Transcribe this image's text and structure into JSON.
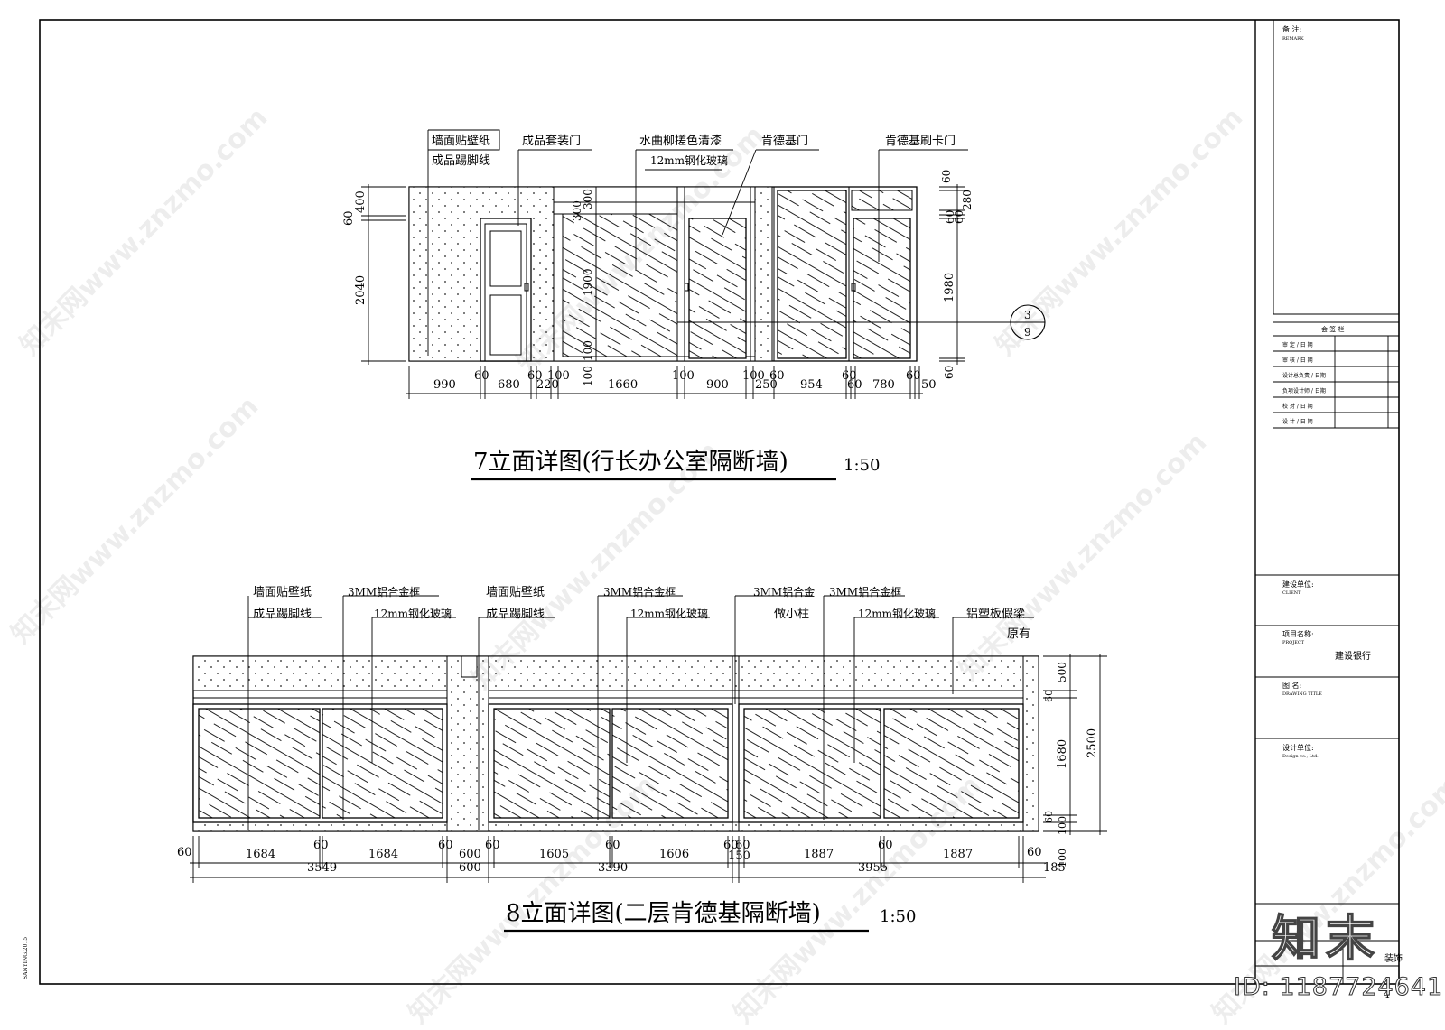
{
  "drawing_7": {
    "labels": {
      "wallpaper": "墙面贴壁纸",
      "baseboard": "成品踢脚线",
      "set_door": "成品套装门",
      "veneer": "水曲柳搓色清漆",
      "glass": "12mm钢化玻璃",
      "kfc_door": "肯德基门",
      "kfc_card_door": "肯德基刷卡门"
    },
    "bottom_dims": [
      "990",
      "60",
      "680",
      "60",
      "220",
      "100",
      "1660",
      "100",
      "900",
      "100",
      "250",
      "60",
      "954",
      "60",
      "60",
      "780",
      "60",
      "50"
    ],
    "left_dims": [
      "400",
      "60",
      "2040"
    ],
    "inner_dims": [
      "300",
      "300",
      "1900",
      "100",
      "100"
    ],
    "right_dims": [
      "60",
      "280",
      "60",
      "60",
      "1980",
      "60"
    ],
    "callout": {
      "top": "3",
      "bottom": "9"
    },
    "title": "7立面详图(行长办公室隔断墙)",
    "scale": "1:50"
  },
  "drawing_8": {
    "labels": {
      "wallpaper_a": "墙面贴壁纸",
      "baseboard_a": "成品踢脚线",
      "frame_a": "3MM铝合金框",
      "glass_a": "12mm钢化玻璃",
      "wallpaper_b": "墙面贴壁纸",
      "baseboard_b": "成品踢脚线",
      "frame_b": "3MM铝合金框",
      "glass_b": "12mm钢化玻璃",
      "post_a": "3MM铝合金",
      "post_b": "做小柱",
      "frame_c": "3MM铝合金框",
      "glass_c": "12mm钢化玻璃",
      "beam": "铝塑板假梁",
      "existing": "原有"
    },
    "bottom_dims": [
      "60",
      "1684",
      "60",
      "1684",
      "60",
      "600",
      "60",
      "1605",
      "60",
      "1606",
      "60",
      "60",
      "1887",
      "60",
      "1887",
      "60"
    ],
    "bottom_totals": [
      "3549",
      "600",
      "3390",
      "150",
      "3955",
      "185"
    ],
    "right_dims": [
      "500",
      "60",
      "1680",
      "60",
      "100",
      "100",
      "2500"
    ],
    "title": "8立面详图(二层肯德基隔断墙)",
    "scale": "1:50"
  },
  "title_block": {
    "remarks": "备 注:",
    "remarks_en": "REMARK",
    "sign_column": "会 签 栏",
    "sign_rows": [
      "审 定 / 日 期",
      "审 核 / 日 期",
      "设计总负责 / 日期",
      "负项设计师 / 日期",
      "校 对 / 日 期",
      "设 计 / 日 期"
    ],
    "client": "建设单位:",
    "client_en": "CLIENT",
    "project_label": "项目名称:",
    "project_en": "PROJECT",
    "project_name": "建设银行",
    "drawing_label": "图 名:",
    "drawing_en": "DRAWING TITLE",
    "designer": "设计单位:",
    "designer_en": "Design co., Ltd.",
    "discipline": "装饰",
    "sheet_no": "4"
  },
  "watermark": {
    "text": "知末网www.znzmo.com",
    "logo": "知末",
    "id": "ID: 1187724641"
  },
  "side_note": "SANYING.2015"
}
